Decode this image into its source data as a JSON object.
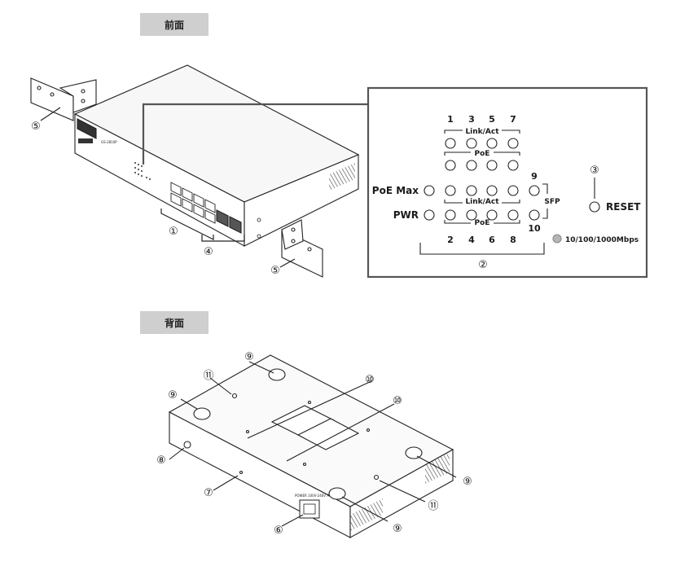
{
  "sections": {
    "front": {
      "label": "前面"
    },
    "back": {
      "label": "背面"
    }
  },
  "led_panel": {
    "port_numbers_top": [
      "1",
      "3",
      "5",
      "7"
    ],
    "port_numbers_bottom": [
      "2",
      "4",
      "6",
      "8"
    ],
    "sfp_top": "9",
    "sfp_bottom": "10",
    "link_act_label": "Link/Act",
    "poe_label": "PoE",
    "poe_max_label": "PoE Max",
    "pwr_label": "PWR",
    "sfp_label": "SFP",
    "reset_label": "RESET",
    "speed_legend": "10/100/1000Mbps"
  },
  "callouts": {
    "c1": "①",
    "c2": "②",
    "c3": "③",
    "c4": "④",
    "c5": "⑤",
    "c6": "⑥",
    "c7": "⑦",
    "c8": "⑧",
    "c9": "⑨",
    "c10": "⑩",
    "c11": "⑪"
  },
  "colors": {
    "tab_bg": "#cfcfcf",
    "line": "#222222",
    "led_fill": "#ffffff",
    "speed_led": "#b5b5b5"
  }
}
